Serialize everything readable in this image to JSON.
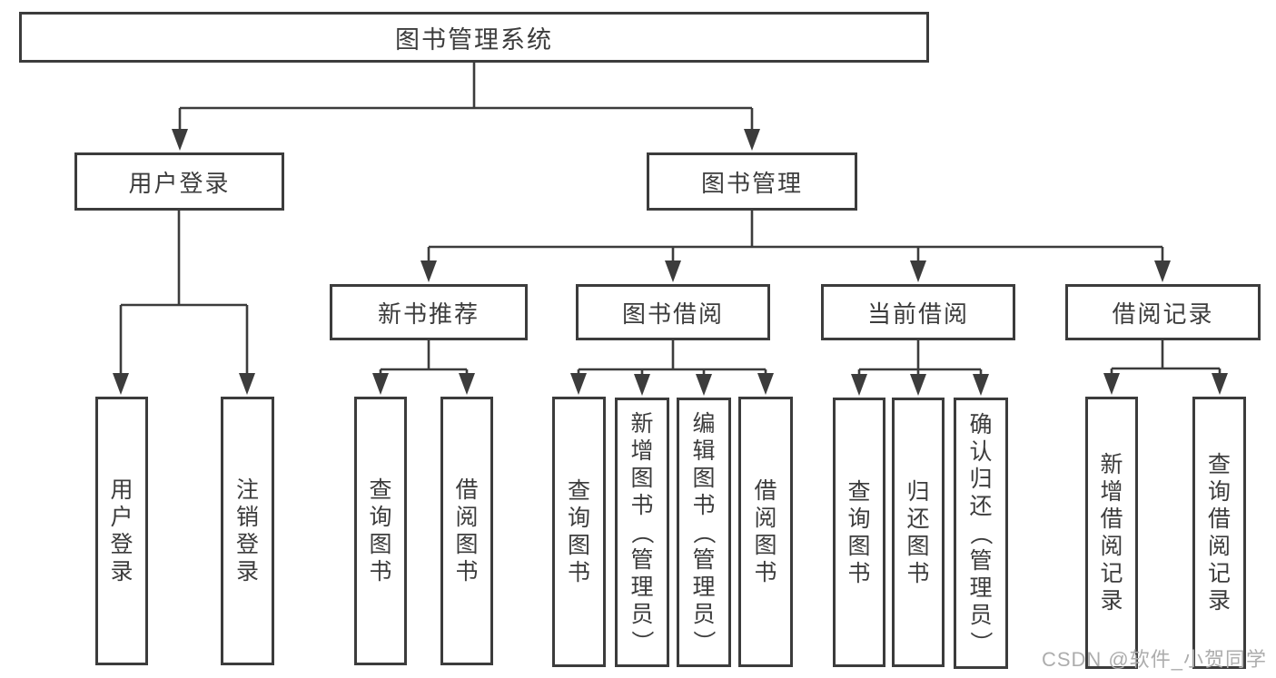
{
  "diagram_title": "图书管理系统",
  "watermark": "CSDN @软件_小贺同学",
  "colors": {
    "line": "#3c3c3c",
    "text": "#3c3c3c",
    "watermark": "#adadad",
    "background": "#ffffff"
  },
  "nodes": {
    "root": {
      "label": "图书管理系统"
    },
    "user-login": {
      "label": "用户登录"
    },
    "book-mgmt": {
      "label": "图书管理"
    },
    "new-book-rec": {
      "label": "新书推荐"
    },
    "book-borrow": {
      "label": "图书借阅"
    },
    "current-borrow": {
      "label": "当前借阅"
    },
    "borrow-records": {
      "label": "借阅记录"
    },
    "user-login-leaf": {
      "label": "用户登录"
    },
    "logout-leaf": {
      "label": "注销登录"
    },
    "rec-query-books": {
      "label": "查询图书"
    },
    "rec-borrow-books": {
      "label": "借阅图书"
    },
    "bb-query-books": {
      "label": "查询图书"
    },
    "bb-add-books": {
      "label": "新增图书（管理员）"
    },
    "bb-edit-books": {
      "label": "编辑图书（管理员）"
    },
    "bb-borrow-books": {
      "label": "借阅图书"
    },
    "cb-query-books": {
      "label": "查询图书"
    },
    "cb-return-books": {
      "label": "归还图书"
    },
    "cb-confirm-return": {
      "label": "确认归还（管理员）"
    },
    "br-add-record": {
      "label": "新增借阅记录"
    },
    "br-query-record": {
      "label": "查询借阅记录"
    }
  },
  "hierarchy": [
    {
      "parent": "root",
      "children": [
        "user-login",
        "book-mgmt"
      ]
    },
    {
      "parent": "user-login",
      "children": [
        "user-login-leaf",
        "logout-leaf"
      ]
    },
    {
      "parent": "book-mgmt",
      "children": [
        "new-book-rec",
        "book-borrow",
        "current-borrow",
        "borrow-records"
      ]
    },
    {
      "parent": "new-book-rec",
      "children": [
        "rec-query-books",
        "rec-borrow-books"
      ]
    },
    {
      "parent": "book-borrow",
      "children": [
        "bb-query-books",
        "bb-add-books",
        "bb-edit-books",
        "bb-borrow-books"
      ]
    },
    {
      "parent": "current-borrow",
      "children": [
        "cb-query-books",
        "cb-return-books",
        "cb-confirm-return"
      ]
    },
    {
      "parent": "borrow-records",
      "children": [
        "br-add-record",
        "br-query-record"
      ]
    }
  ]
}
